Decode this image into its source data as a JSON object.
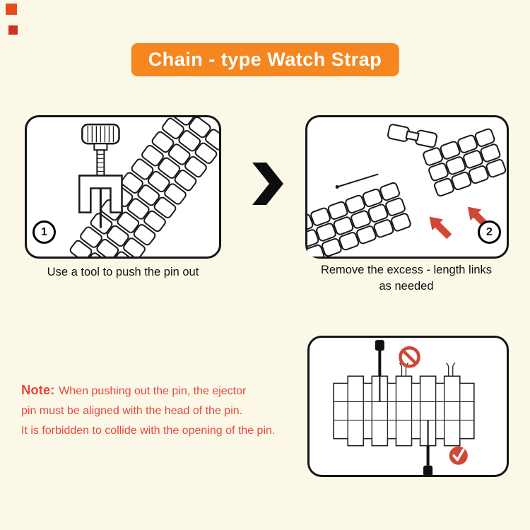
{
  "page": {
    "background": "#fcf8e8"
  },
  "colors": {
    "banner_orange": "#f6861f",
    "note_red": "#e5483b",
    "accent_red": "#cf4737",
    "line_black": "#1a1a1a",
    "decor_square_1": "#e84b1a",
    "decor_square_2": "#d03020"
  },
  "title": {
    "text": "Chain - type Watch Strap"
  },
  "steps": [
    {
      "number": "1",
      "caption": "Use a tool to push the pin out"
    },
    {
      "number": "2",
      "caption_line1": "Remove the excess - length links",
      "caption_line2": "as needed"
    }
  ],
  "note": {
    "label": "Note:",
    "line1": "When pushing out the pin, the ejector",
    "line2": "pin must be aligned with the head of the pin.",
    "line3": "It is forbidden to collide with the opening of the pin."
  },
  "icons": {
    "chevron": "chevron-right-icon",
    "prohibition": "prohibition-icon",
    "check": "check-icon",
    "red_arrow": "red-arrow-icon"
  }
}
